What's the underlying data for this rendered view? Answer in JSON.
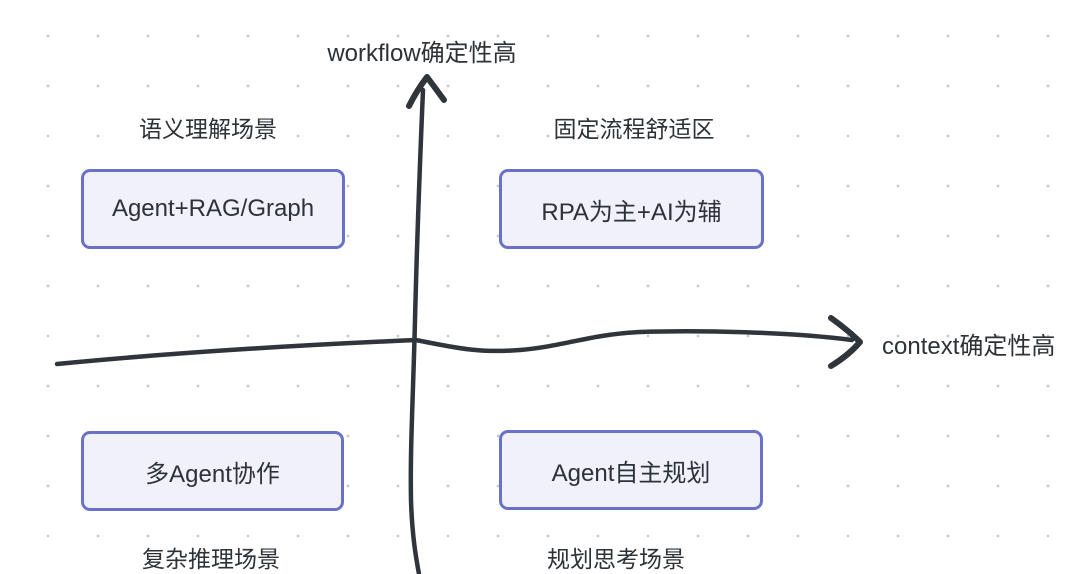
{
  "axes": {
    "y_label": "workflow确定性高",
    "x_label": "context确定性高"
  },
  "quadrants": {
    "top_left": {
      "label": "语义理解场景",
      "box": "Agent+RAG/Graph"
    },
    "top_right": {
      "label": "固定流程舒适区",
      "box": "RPA为主+AI为辅"
    },
    "bottom_left": {
      "label": "复杂推理场景",
      "box": "多Agent协作"
    },
    "bottom_right": {
      "label": "规划思考场景",
      "box": "Agent自主规划"
    }
  },
  "style": {
    "background_color": "#ffffff",
    "dot_color": "#c6c9ce",
    "axis_color": "#30353c",
    "text_color": "#2d3237",
    "box_border_color": "#6a72c8",
    "box_fill_color": "#f0f1fb"
  }
}
